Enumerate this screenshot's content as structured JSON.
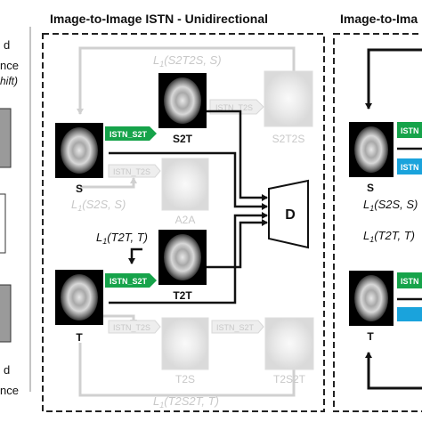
{
  "left_panel": {
    "text_top": "d",
    "text_mid": "nce",
    "text_shift": "hift)",
    "text_bot1": "d",
    "text_bot2": "nce"
  },
  "uni_panel": {
    "title": "Image-to-Image ISTN - Unidirectional",
    "loss_top": "(S2T2S, S)",
    "loss_mid": "(S2S, S)",
    "loss_t2t": "(T2T, T)",
    "loss_bottom": "(T2S2T, T)",
    "loss_symbol": "L",
    "loss_sub": "1",
    "block_s2t_top": "ISTN_S2T",
    "block_s2t_bottom": "ISTN_S2T",
    "block_t2s_top": "ISTN_T2S",
    "block_t2s_mid": "ISTN_T2S",
    "block_t2s_bottom": "ISTN_T2S",
    "block_s2t_faded": "ISTN_S2T",
    "img_s": "S",
    "img_t": "T",
    "img_s2t": "S2T",
    "img_t2t": "T2T",
    "img_a2a": "A2A",
    "img_s2t2s": "S2T2S",
    "img_t2s": "T2S",
    "img_t2s2t": "T2S2T",
    "discriminator": "D"
  },
  "bi_panel": {
    "title": "Image-to-Ima",
    "block_green_top": "ISTN",
    "block_blue_top": "ISTN",
    "block_green_bottom": "ISTN",
    "img_s": "S",
    "img_t": "T",
    "loss_s2s": "(S2S, S)",
    "loss_t2t": "(T2T, T)",
    "loss_symbol": "L",
    "loss_sub": "1"
  },
  "colors": {
    "green_block": "#16a34a",
    "blue_block": "#1aa3dc",
    "dashed_border": "#222222",
    "faded": "#c8c8c8",
    "gray_box": "#9a9a9a"
  }
}
